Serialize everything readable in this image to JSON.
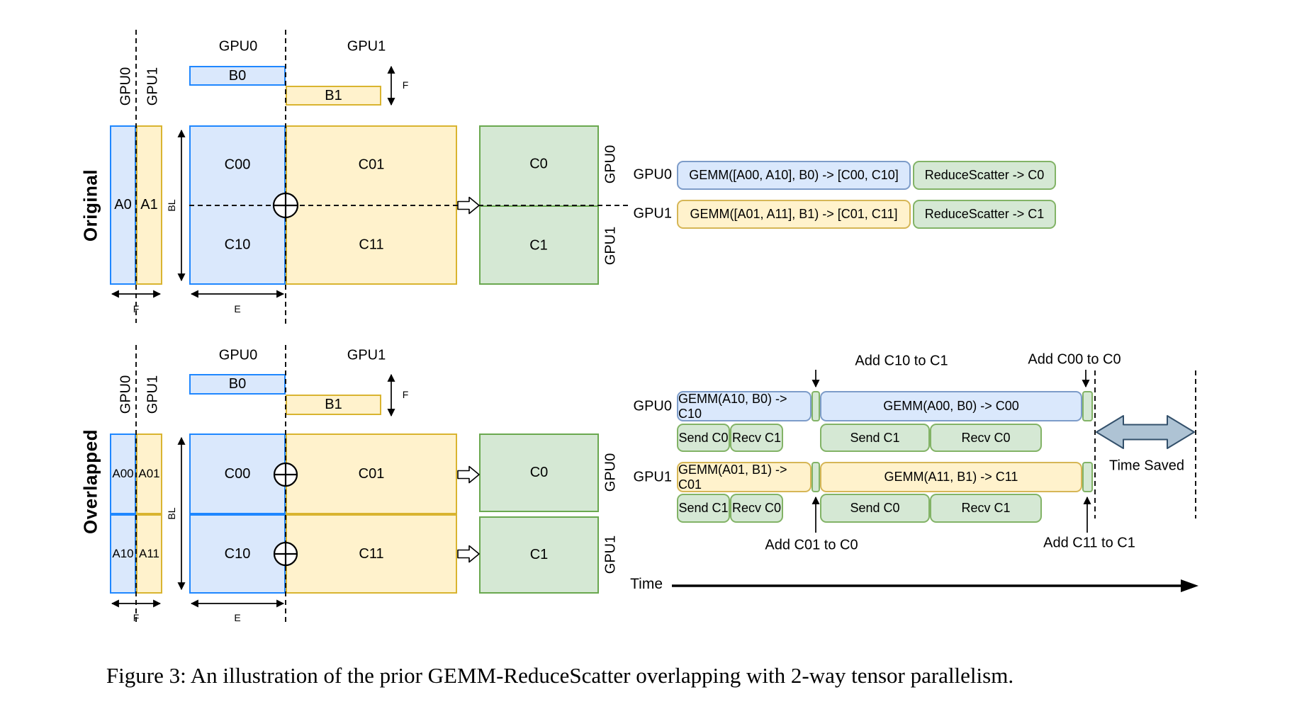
{
  "caption": "Figure 3: An illustration of the prior GEMM-ReduceScatter overlapping with 2-way tensor parallelism.",
  "colors": {
    "blue_fill": "#dae8fc",
    "blue_stroke": "#1f87ff",
    "yellow_fill": "#fff2cc",
    "yellow_stroke": "#d9b430",
    "green_fill": "#d5e8d4",
    "green_stroke": "#6aa84f",
    "timeline_blue_stroke": "#7d9cc9",
    "timeline_yellow_stroke": "#d6b656",
    "timeline_green_stroke": "#82b366",
    "gray_arrow_fill": "#aec3d4",
    "gray_arrow_stroke": "#33506b"
  },
  "original": {
    "section_label": "Original",
    "a_col_gpu0": "GPU0",
    "a_col_gpu1": "GPU1",
    "b_gpu0": "GPU0",
    "b_gpu1": "GPU1",
    "a0": "A0",
    "a1": "A1",
    "b0": "B0",
    "b1": "B1",
    "c00": "C00",
    "c01": "C01",
    "c10": "C10",
    "c11": "C11",
    "c0": "C0",
    "c1": "C1",
    "out_gpu0": "GPU0",
    "out_gpu1": "GPU1",
    "dim_f": "F",
    "dim_f2": "F",
    "dim_e": "E",
    "dim_bl": "BL",
    "timeline": {
      "rows": [
        {
          "gpu": "GPU0",
          "gemm": "GEMM([A00, A10], B0) -> [C00, C10]",
          "reduce": "ReduceScatter -> C0"
        },
        {
          "gpu": "GPU1",
          "gemm": "GEMM([A01, A11], B1) -> [C01, C11]",
          "reduce": "ReduceScatter -> C1"
        }
      ]
    }
  },
  "overlapped": {
    "section_label": "Overlapped",
    "a_col_gpu0": "GPU0",
    "a_col_gpu1": "GPU1",
    "b_gpu0": "GPU0",
    "b_gpu1": "GPU1",
    "a00": "A00",
    "a01": "A01",
    "a10": "A10",
    "a11": "A11",
    "b0": "B0",
    "b1": "B1",
    "c00": "C00",
    "c01": "C01",
    "c10": "C10",
    "c11": "C11",
    "c0": "C0",
    "c1": "C1",
    "out_gpu0": "GPU0",
    "out_gpu1": "GPU1",
    "dim_f": "F",
    "dim_f2": "F",
    "dim_e": "E",
    "dim_bl": "BL",
    "timeline": {
      "add_c10": "Add C10 to C1",
      "add_c00": "Add C00 to C0",
      "add_c01": "Add C01 to C0",
      "add_c11": "Add C11 to C1",
      "time_saved": "Time Saved",
      "time_axis": "Time",
      "gpu0": {
        "label": "GPU0",
        "gemm1": "GEMM(A10, B0) -> C10",
        "gemm2": "GEMM(A00, B0) -> C00",
        "comm1a": "Send C0",
        "comm1b": "Recv C1",
        "comm2a": "Send C1",
        "comm2b": "Recv C0"
      },
      "gpu1": {
        "label": "GPU1",
        "gemm1": "GEMM(A01, B1) -> C01",
        "gemm2": "GEMM(A11, B1) -> C11",
        "comm1a": "Send C1",
        "comm1b": "Recv C0",
        "comm2a": "Send C0",
        "comm2b": "Recv C1"
      }
    }
  }
}
